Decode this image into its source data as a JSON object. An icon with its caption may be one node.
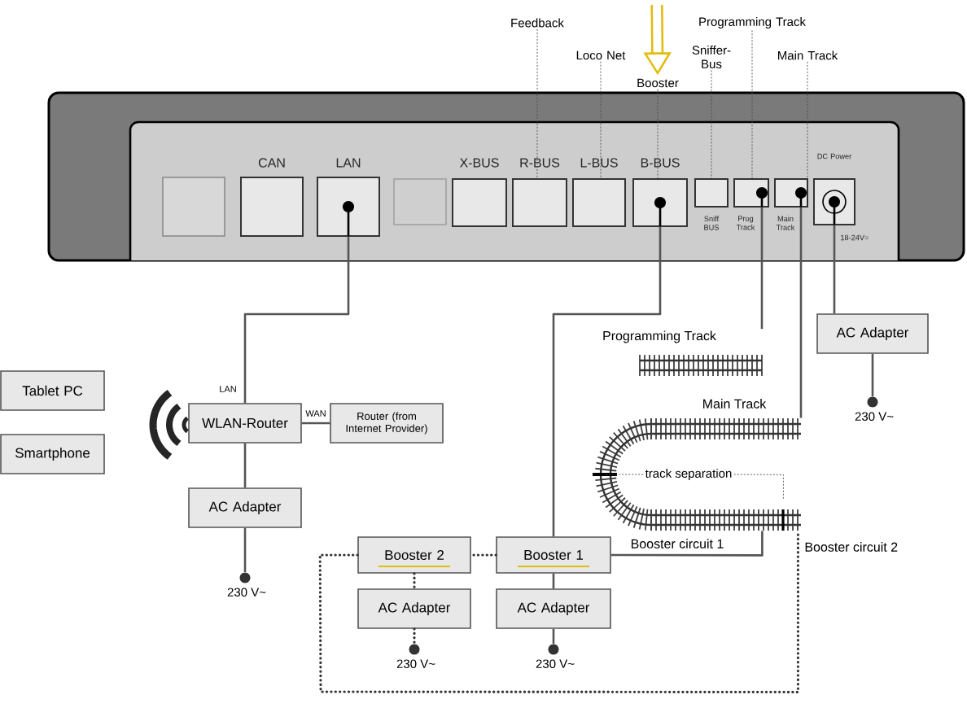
{
  "diagram": {
    "nodes": [
      {
        "text": [],
        "shape": "box"
      },
      {
        "text": [],
        "shape": "box",
        "in": 0
      },
      {
        "text": [
          "CAN"
        ],
        "in": 0
      },
      {
        "text": [
          "LAN"
        ],
        "in": 0
      },
      {
        "text": [],
        "shape": "box",
        "in": 0
      },
      {
        "text": [
          "X-BUS"
        ],
        "in": 0
      },
      {
        "text": [
          "R-BUS"
        ],
        "in": 0
      },
      {
        "text": [
          "L-BUS"
        ],
        "in": 0
      },
      {
        "text": [
          "B-BUS"
        ],
        "in": 0
      },
      {
        "text": [
          "Sniff BUS"
        ],
        "in": 0
      },
      {
        "text": [
          "Prog Track"
        ],
        "in": 0
      },
      {
        "text": [
          "Main Track"
        ],
        "in": 0
      },
      {
        "text": [
          "DC Power",
          "18-24V="
        ],
        "in": 0
      },
      {
        "text": [
          "Feedback"
        ]
      },
      {
        "text": [
          "Loco Net"
        ]
      },
      {
        "text": [
          "Booster"
        ]
      },
      {
        "text": [
          "Sniffer-Bus"
        ]
      },
      {
        "text": [
          "Programming Track"
        ]
      },
      {
        "text": [
          "Main Track"
        ]
      },
      {
        "text": [
          "Tablet PC"
        ]
      },
      {
        "text": [
          "Smartphone"
        ]
      },
      {
        "text": [
          "WLAN-Router"
        ]
      },
      {
        "text": [
          "Router (from Internet Provider)"
        ]
      },
      {
        "text": [
          "AC Adapter"
        ]
      },
      {
        "text": [],
        "shape": "circle",
        "beside": [
          "230 V~"
        ]
      },
      {
        "text": [
          "AC Adapter"
        ]
      },
      {
        "text": [],
        "shape": "circle",
        "beside": [
          "230 V~"
        ]
      },
      {
        "text": [
          "Programming Track"
        ]
      },
      {
        "text": [
          "Main Track"
        ]
      },
      {
        "text": [
          "Booster 2"
        ]
      },
      {
        "text": [
          "AC Adapter"
        ]
      },
      {
        "text": [],
        "shape": "circle",
        "beside": [
          "230 V~"
        ]
      },
      {
        "text": [
          "Booster 1"
        ]
      },
      {
        "text": [
          "AC Adapter"
        ]
      },
      {
        "text": [],
        "shape": "circle",
        "beside": [
          "230 V~"
        ]
      },
      {
        "text": [
          "track separation"
        ],
        "in": 28
      }
    ],
    "edges": [
      {
        "from": 13,
        "to": 6,
        "arrow": "none",
        "style": "dashed"
      },
      {
        "from": 14,
        "to": 7,
        "arrow": "none",
        "style": "dashed"
      },
      {
        "from": 15,
        "to": 8,
        "arrow": "none",
        "style": "dashed"
      },
      {
        "from": 16,
        "to": 9,
        "arrow": "none",
        "style": "dashed"
      },
      {
        "from": 17,
        "to": 10,
        "arrow": "none",
        "style": "dashed"
      },
      {
        "from": 18,
        "to": 11,
        "arrow": "none",
        "style": "dashed"
      },
      {
        "from": 3,
        "to": 21,
        "arrow": "none",
        "label": "LAN"
      },
      {
        "from": 21,
        "to": 22,
        "arrow": "none",
        "label": "WAN"
      },
      {
        "from": 21,
        "to": 23,
        "arrow": "none"
      },
      {
        "from": 23,
        "to": 24,
        "arrow": "none"
      },
      {
        "from": 12,
        "to": 25,
        "arrow": "none"
      },
      {
        "from": 25,
        "to": 26,
        "arrow": "none"
      },
      {
        "from": 10,
        "to": 27,
        "arrow": "none"
      },
      {
        "from": 11,
        "to": 28,
        "arrow": "none"
      },
      {
        "from": 8,
        "to": 32,
        "arrow": "none"
      },
      {
        "from": 32,
        "to": 28,
        "arrow": "none",
        "label": "Booster circuit 1"
      },
      {
        "from": 32,
        "to": 29,
        "arrow": "none",
        "style": "dashed"
      },
      {
        "from": 29,
        "to": 30,
        "arrow": "none",
        "style": "dashed"
      },
      {
        "from": 30,
        "to": 31,
        "arrow": "none",
        "style": "dashed"
      },
      {
        "from": 29,
        "to": 28,
        "arrow": "none",
        "style": "dashed",
        "label": "Booster circuit 2"
      },
      {
        "from": 32,
        "to": 33,
        "arrow": "none"
      },
      {
        "from": 33,
        "to": 34,
        "arrow": "none"
      },
      {
        "from": 35,
        "to": 28,
        "arrow": "none",
        "style": "dashed"
      },
      {
        "from": 35,
        "to": 28,
        "arrow": "none",
        "style": "dashed"
      },
      {
        "from": null,
        "to": 15,
        "arrow": "to",
        "style": "thick",
        "color": "#e3bc10"
      }
    ]
  }
}
